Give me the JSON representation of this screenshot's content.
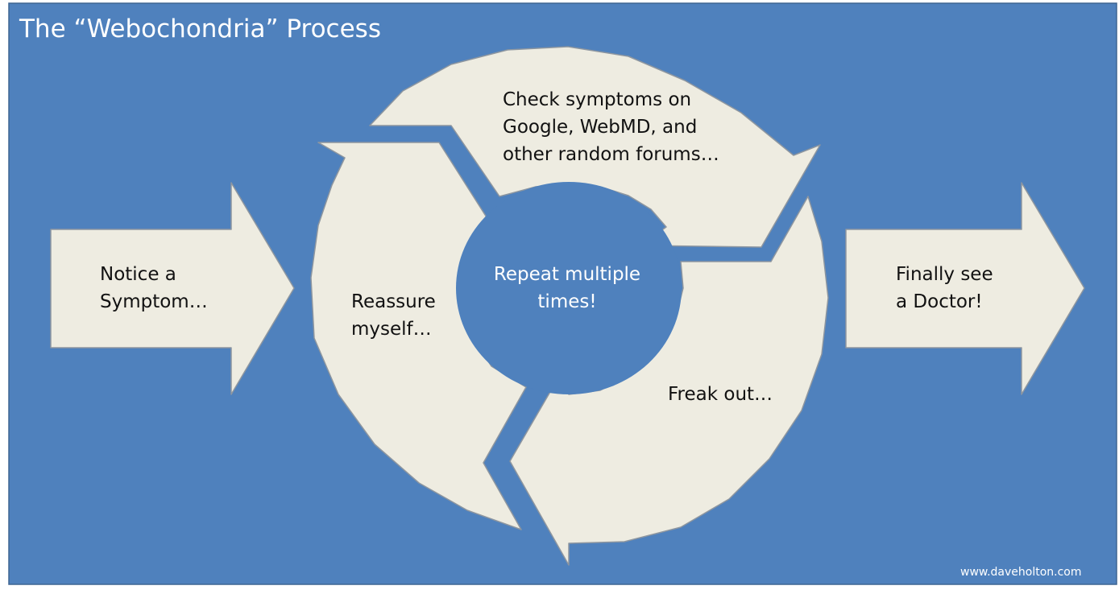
{
  "title": "The “Webochondria” Process",
  "center_label": [
    "Repeat multiple",
    "times!"
  ],
  "steps": [
    {
      "lines": [
        "Notice a",
        "Symptom…"
      ]
    },
    {
      "lines": [
        "Check symptoms on",
        "Google, WebMD, and",
        "other random forums…"
      ]
    },
    {
      "lines": [
        "Freak out…"
      ]
    },
    {
      "lines": [
        "Reassure",
        "myself…"
      ]
    },
    {
      "lines": [
        "Finally see",
        "a Doctor!"
      ]
    }
  ],
  "credit": "www.daveholton.com",
  "colors": {
    "background": "#4f81bd",
    "shape_fill": "#eeece1",
    "shape_stroke": "#8d96a0"
  }
}
